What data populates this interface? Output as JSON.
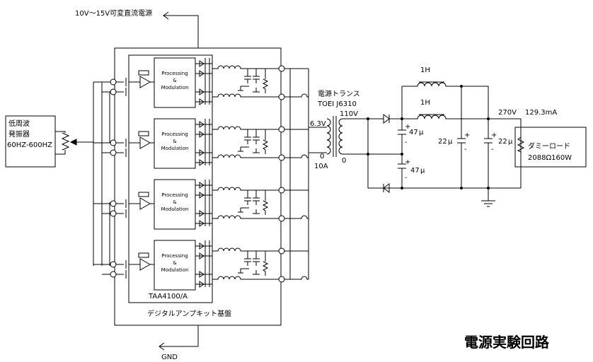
{
  "title": "電源実験回路",
  "labels": {
    "supply_in": "10V〜15V可変直流電源",
    "gnd": "GND",
    "board": "デジタルアンプキット基盤",
    "ic": "TAA4100/A",
    "oscillator": [
      "低周波",
      "発振器",
      "60HZ-600HZ"
    ],
    "transformer_name": "電源トランス",
    "transformer_model": "TOEI J6310",
    "primary_voltage": "6.3V",
    "primary_zero": "0",
    "primary_current": "10A",
    "secondary_voltage": "110V",
    "secondary_zero": "0",
    "choke_top": "1H",
    "choke_mid": "1H",
    "cap_47_top": "47",
    "cap_47_bottom": "47",
    "cap_22_a": "22",
    "cap_22_b": "22",
    "micro_unit": "μ",
    "output_voltage": "270V",
    "output_current": "129.3mA",
    "dummy_load_name": "ダミーロード",
    "dummy_load_spec": "2088Ω160W",
    "plus": "+",
    "minus": "-",
    "module_lines": [
      "Processing",
      "&",
      "Modulation"
    ]
  }
}
